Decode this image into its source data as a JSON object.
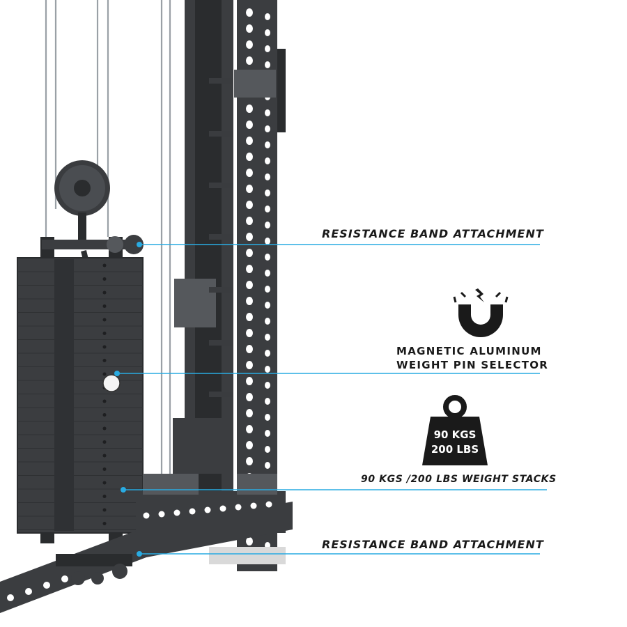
{
  "callouts": {
    "resistance_band_top": "RESISTANCE BAND  ATTACHMENT",
    "magnetic_line1": "MAGNETIC ALUMINUM",
    "magnetic_line2": "WEIGHT PIN SELECTOR",
    "weight_stack": "90 KGS /200 LBS WEIGHT STACKS",
    "resistance_band_bottom": "RESISTANCE BAND  ATTACHMENT"
  },
  "weight_icon": {
    "line1": "90 KGS",
    "line2": "200 LBS"
  },
  "icons": {
    "magnet": "magnet-icon",
    "weight": "kettle-weight-icon"
  },
  "colors": {
    "pointer": "#29abe2",
    "steel": "#3b3d40",
    "text": "#1a1a1a"
  }
}
